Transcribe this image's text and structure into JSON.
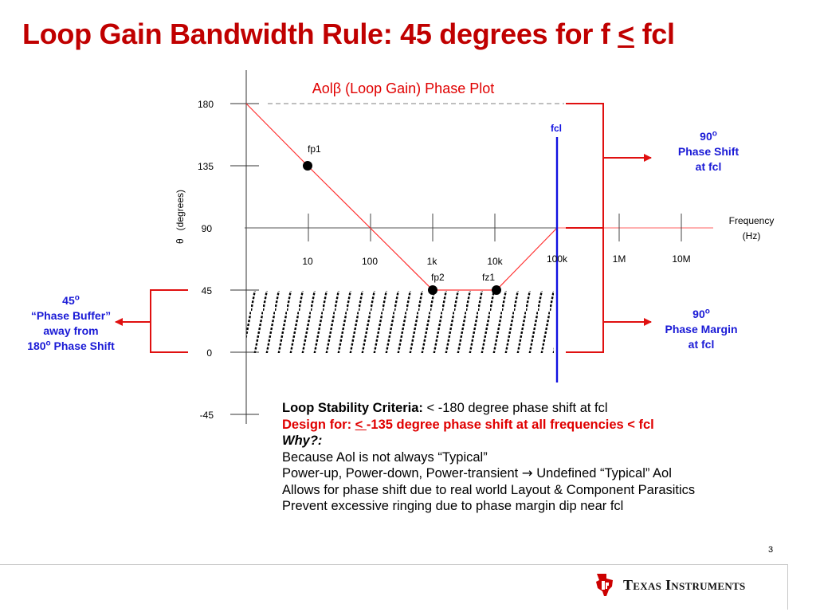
{
  "slide": {
    "title_pre": "Loop Gain Bandwidth Rule: 45 degrees for f ",
    "title_sym": "<",
    "title_post": " fcl",
    "page_number": "3"
  },
  "plot": {
    "title": "Aolβ (Loop Gain) Phase Plot",
    "y_axis_label": "θ   (degrees)",
    "x_axis_label_line1": "Frequency",
    "x_axis_label_line2": "(Hz)",
    "y_ticks": [
      "180",
      "135",
      "90",
      "45",
      "0",
      "-45"
    ],
    "x_ticks": [
      "10",
      "100",
      "1k",
      "10k",
      "100k",
      "1M",
      "10M"
    ],
    "points": {
      "fp1": "fp1",
      "fp2": "fp2",
      "fz1": "fz1",
      "fcl": "fcl"
    },
    "colors": {
      "curve": "#ff3030",
      "fcl_line": "#1010e0",
      "arrows": "#e01010",
      "annotation": "#1a1ad6"
    }
  },
  "annotations": {
    "left": {
      "line1_num": "45",
      "line1_sup": "o",
      "line2": "“Phase Buffer”",
      "line3": "away from",
      "line4_num": "180",
      "line4_sup": "o",
      "line4_rest": " Phase Shift"
    },
    "right_top": {
      "line1_num": "90",
      "line1_sup": "o",
      "line2": "Phase Shift",
      "line3": "at fcl"
    },
    "right_bottom": {
      "line1_num": "90",
      "line1_sup": "o",
      "line2": "Phase Margin",
      "line3": "at fcl"
    }
  },
  "criteria": {
    "line1_bold": "Loop Stability Criteria:",
    "line1_rest": " < -180 degree phase shift at fcl",
    "line2_pre": "Design for: ",
    "line2_sym": "< ",
    "line2_rest": "-135 degree phase shift at all frequencies < fcl",
    "line3": "Why?:",
    "line4": "Because Aol is not always “Typical”",
    "line5_pre": "Power-up, Power-down, Power-transient ",
    "line5_arrow": "→",
    "line5_post": " Undefined “Typical” Aol",
    "line6": "Allows for phase shift due to real world Layout & Component Parasitics",
    "line7": "Prevent excessive ringing due to phase margin dip near fcl"
  },
  "footer": {
    "company": "Texas Instruments"
  }
}
